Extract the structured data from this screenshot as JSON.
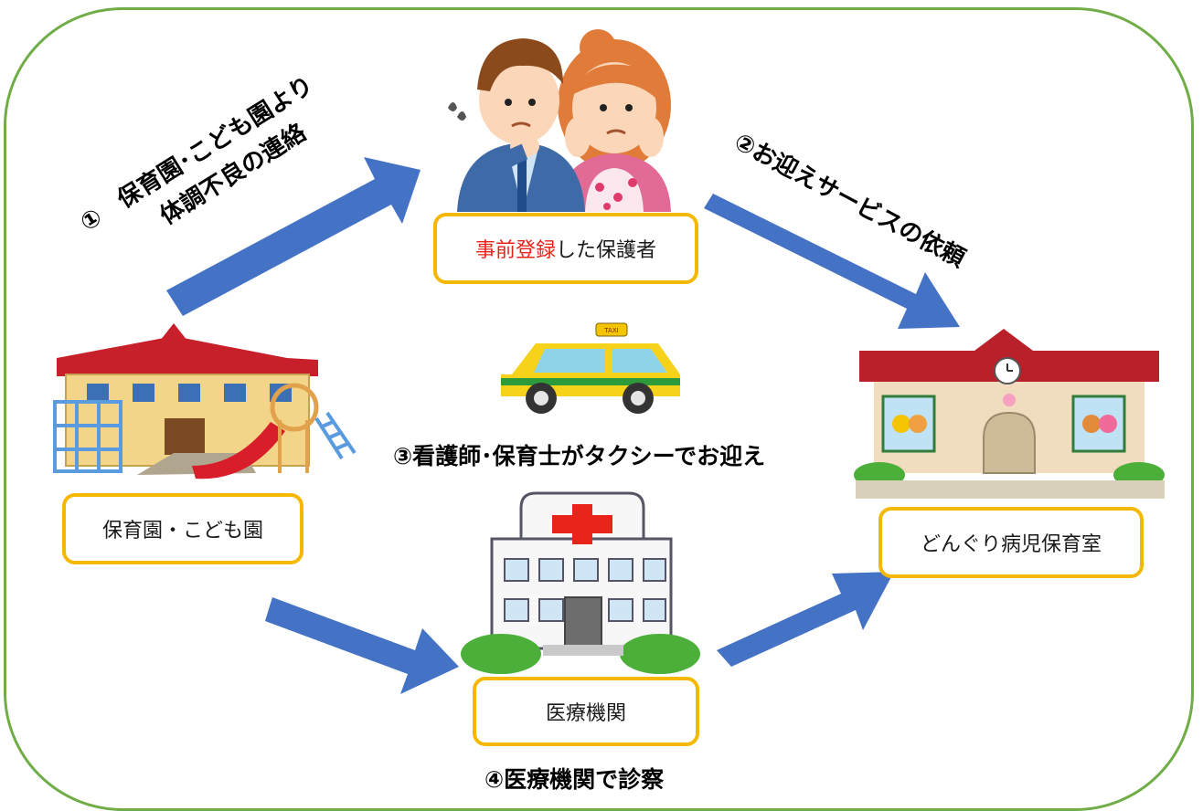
{
  "nodes": {
    "parents": {
      "label_highlight": "事前登録",
      "label_rest": "した保護者"
    },
    "nursery": {
      "label": "保育園・こども園"
    },
    "sick_childcare": {
      "label": "どんぐり病児保育室"
    },
    "medical": {
      "label": "医療機関"
    }
  },
  "steps": {
    "step1_line1": "①　保育園･こども園より",
    "step1_line2": "体調不良の連絡",
    "step2": "②お迎えサービスの依頼",
    "step3": "③看護師･保育士がタクシーでお迎え",
    "step4": "④医療機関で診察"
  },
  "decor": {
    "taxi_sign": "TAXI"
  },
  "colors": {
    "frame": "#70ad47",
    "box_border": "#f5b800",
    "arrow": "#4472c4",
    "highlight_text": "#e8231a"
  },
  "icons": [
    "parents-illustration",
    "nursery-school-illustration",
    "sick-childcare-building-illustration",
    "hospital-illustration",
    "taxi-illustration"
  ]
}
